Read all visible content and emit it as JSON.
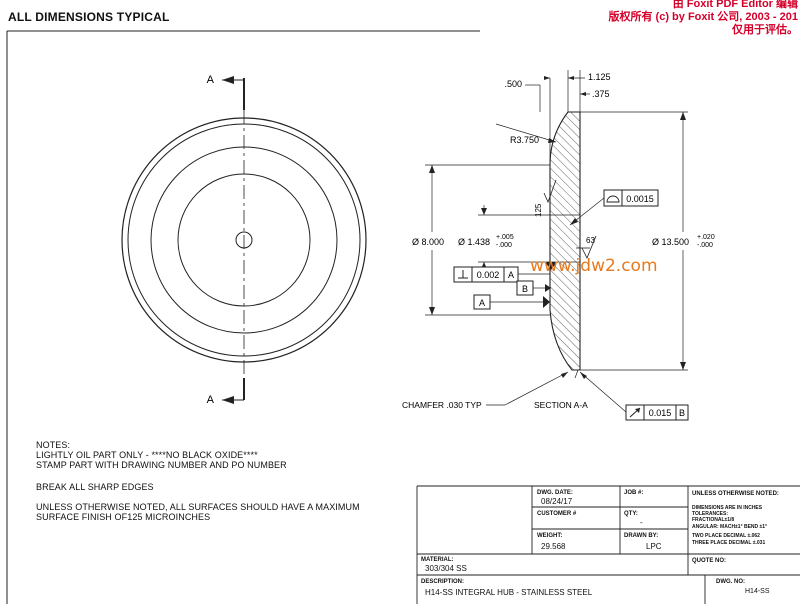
{
  "header": {
    "title": "ALL DIMENSIONS TYPICAL"
  },
  "watermark": {
    "line1": "由 Foxit PDF Editor 编辑",
    "line2": "版权所有 (c) by Foxit 公司, 2003 - 201",
    "line3": "仅用于评估。",
    "site": "www.jdw2.com",
    "color": "#d4002a"
  },
  "drawing": {
    "section_label_top": "A",
    "section_label_bottom": "A",
    "dim_500": ".500",
    "dim_1125": "1.125",
    "dim_375": ".375",
    "radius": "R3.750",
    "flatness_value": "0.0015",
    "roughness_125": "125",
    "roughness_63": "63",
    "dia_8000": "Ø 8.000",
    "dia_1438": "Ø 1.438",
    "tol_1438_plus": "+.005",
    "tol_1438_minus": "-.000",
    "dia_13500": "Ø 13.500",
    "tol_13500_plus": "+.020",
    "tol_13500_minus": "-.000",
    "perp_value": "0.002",
    "perp_datum": "A",
    "datum_b": "B",
    "datum_a": "A",
    "chamfer": "CHAMFER .030 TYP",
    "section_name": "SECTION A-A",
    "runout_value": "0.015",
    "runout_datum": "B"
  },
  "notes": {
    "line1": "NOTES:",
    "line2": "LIGHTLY OIL PART ONLY - ****NO BLACK OXIDE****",
    "line3": "STAMP PART WITH DRAWING NUMBER AND PO NUMBER",
    "line4": "BREAK ALL SHARP EDGES",
    "line5": "UNLESS OTHERWISE NOTED, ALL SURFACES SHOULD HAVE A MAXIMUM",
    "line6": "SURFACE FINISH OF125 MICROINCHES"
  },
  "title_block": {
    "dwg_date_label": "DWG. DATE:",
    "dwg_date": "08/24/17",
    "job_label": "JOB #:",
    "customer_label": "CUSTOMER #",
    "qty_label": "QTY:",
    "qty": "-",
    "weight_label": "WEIGHT:",
    "weight": "29.568",
    "drawn_by_label": "DRAWN BY:",
    "drawn_by": "LPC",
    "material_label": "MATERIAL:",
    "material": "303/304 SS",
    "quote_label": "QUOTE NO:",
    "description_label": "DESCRIPTION:",
    "description": "H14-SS INTEGRAL HUB - STAINLESS STEEL",
    "dwg_no_label": "DWG. NO:",
    "dwg_no": "H14-SS",
    "tol_title": "UNLESS OTHERWISE NOTED:",
    "tol_line1": "DIMENSIONS ARE IN INCHES",
    "tol_line2": "TOLERANCES:",
    "tol_line3": "FRACTIONAL±1/8",
    "tol_line4": "ANGULAR: MACH±1° BEND ±1°",
    "tol_line5": "TWO PLACE DECIMAL   ±.062",
    "tol_line6": "THREE PLACE DECIMAL  ±.031"
  }
}
